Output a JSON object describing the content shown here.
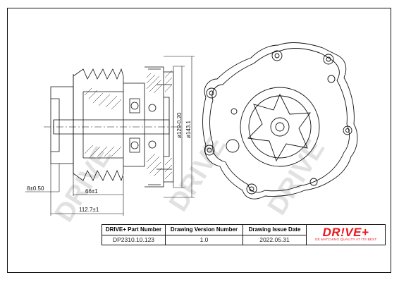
{
  "dimensions": {
    "offset": "8±0.50",
    "hub_length": "66±1",
    "overall_length": "112.7±1",
    "diameter_inner": "ø129-0.20",
    "diameter_outer": "ø143.1"
  },
  "title_block": {
    "part_number_label": "DRIVE+ Part Number",
    "part_number": "DP2310.10.123",
    "version_label": "Drawing Version Number",
    "version": "1.0",
    "issue_date_label": "Drawing Issue Date",
    "issue_date": "2022.05.31"
  },
  "logo": {
    "brand": "DR!VE+",
    "tagline": "OE MATCHING QUALITY AT ITS BEST",
    "color": "#e8191f"
  },
  "watermark": {
    "text": "DRIVE"
  }
}
